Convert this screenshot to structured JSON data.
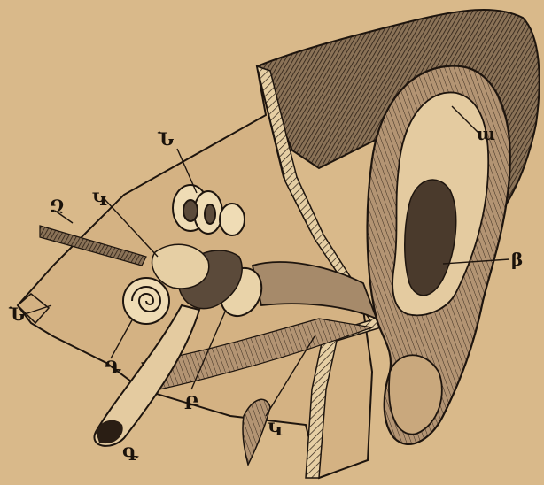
{
  "colors": {
    "paper": "#d9b98a",
    "paper_dark": "#c49d6a",
    "ink": "#1e150e",
    "shade": "#4a3a2c",
    "mid": "#7b6650"
  },
  "labels": {
    "alpha": "ա",
    "beta": "β",
    "top_labyrinth": "Ն",
    "inner_left": "Կ",
    "outer_left": "Զ",
    "nose": "Ն",
    "cochlea": "Դ",
    "tube_end": "Գ",
    "stapes": "Բ",
    "lower_process": "Կ"
  }
}
